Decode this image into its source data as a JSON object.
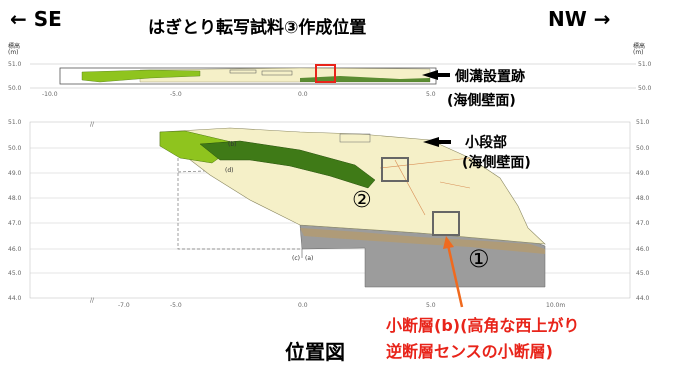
{
  "direction": {
    "left": "← SE",
    "right": "NW →"
  },
  "title": "はぎとり転写試料③作成位置",
  "axis": {
    "unit_label": "標高",
    "unit": "(m)"
  },
  "top_profile": {
    "y_ticks": [
      "51.0",
      "50.0"
    ],
    "x_ticks": [
      "-10.0",
      "-5.0",
      "0.0",
      "5.0"
    ],
    "label_line1": "側溝設置跡",
    "label_line2": "(海側壁面)"
  },
  "bottom_profile": {
    "y_ticks": [
      "51.0",
      "50.0",
      "49.0",
      "48.0",
      "47.0",
      "46.0",
      "45.0",
      "44.0"
    ],
    "x_ticks": [
      "-7.0",
      "-5.0",
      "0.0",
      "5.0",
      "10.0m"
    ],
    "label_line1": "小段部",
    "label_line2": "(海側壁面)",
    "marker_1": "①",
    "marker_2": "②",
    "point_labels": {
      "b": "(b)",
      "d": "(d)",
      "c": "(c)",
      "a": "(a)"
    }
  },
  "caption": "位置図",
  "annotation": {
    "line1": "小断層(b)(高角な西上がり",
    "line2": "逆断層センスの小断層)"
  },
  "colors": {
    "highlight_red": "#e8241a",
    "arrow_orange": "#f06a1e",
    "sand": "#f5f0c8",
    "green_light": "#8fc41e",
    "green_dark": "#3f7a17",
    "gray": "#9c9c9c"
  }
}
